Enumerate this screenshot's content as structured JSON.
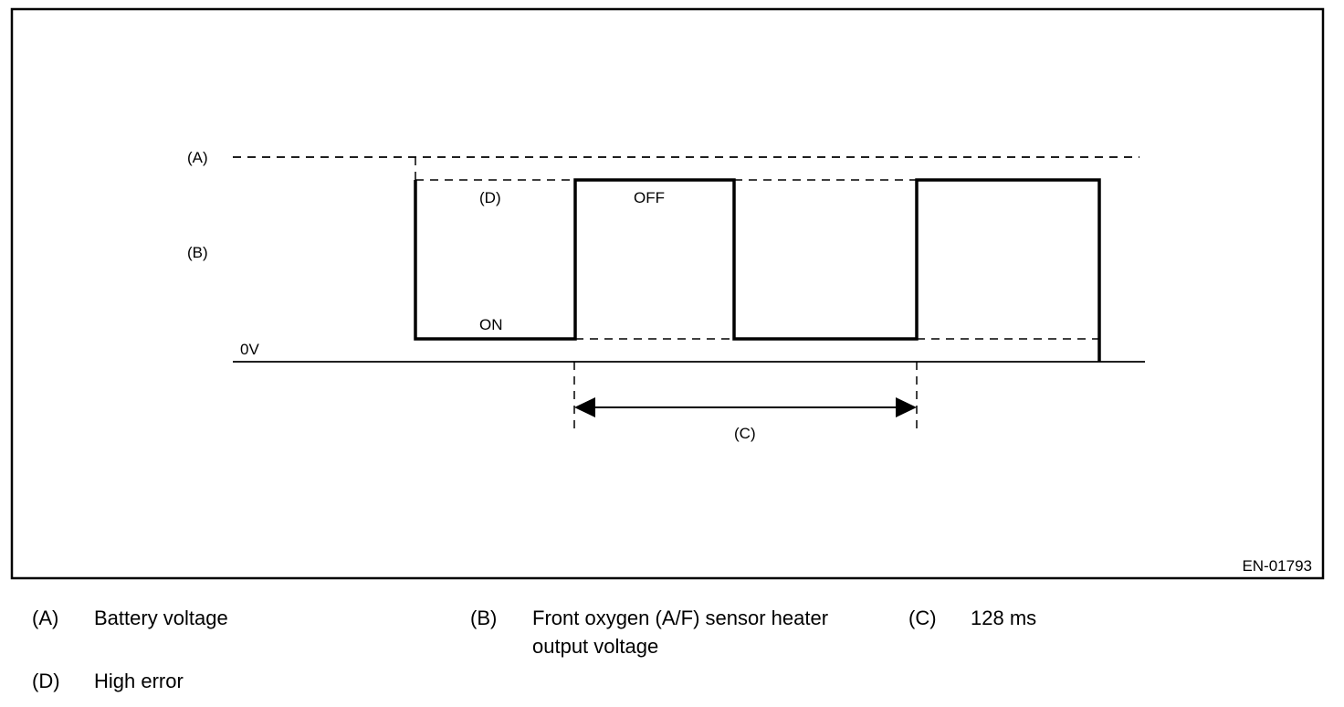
{
  "diagram": {
    "label_a": "(A)",
    "label_b": "(B)",
    "label_c": "(C)",
    "label_d": "(D)",
    "label_0v": "0V",
    "state_off": "OFF",
    "state_on": "ON",
    "figure_code": "EN-01793"
  },
  "legend": [
    {
      "key": "(A)",
      "text": "Battery voltage"
    },
    {
      "key": "(B)",
      "text": "Front oxygen (A/F) sensor heater\noutput voltage"
    },
    {
      "key": "(C)",
      "text": "128 ms"
    },
    {
      "key": "(D)",
      "text": "High error"
    }
  ]
}
